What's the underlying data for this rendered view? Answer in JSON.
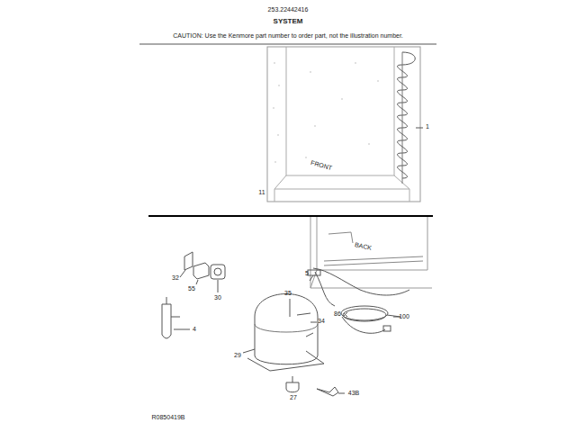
{
  "diagram": {
    "title": "SYSTEM",
    "labels": [
      "253.22442416",
      "CAUTION: Use the Kenmore part number to order part, not the illustration number.",
      "1",
      "11",
      "FRONT",
      "BACK",
      "32",
      "55",
      "30",
      "5",
      "35",
      "4",
      "34",
      "86",
      "100",
      "29",
      "27",
      "43B",
      "R0850419B"
    ]
  }
}
